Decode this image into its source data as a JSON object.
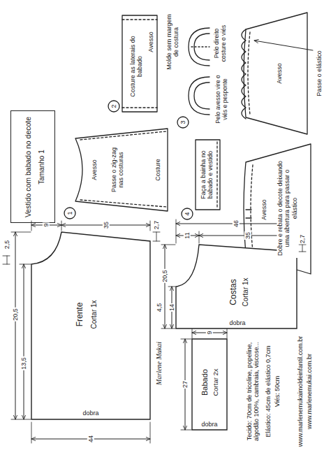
{
  "diagram": {
    "nodes": [
      {
        "text": [
          "Vestido com babado no decote",
          "Tamanho 1"
        ]
      },
      {
        "text": [
          "Frente",
          "Cortar 1x"
        ]
      },
      {
        "text": [
          "Costas",
          "Cortar 1x"
        ]
      },
      {
        "text": [
          "Babado",
          "Cortar 2x"
        ]
      }
    ],
    "labels": [
      "Molde sem margem de costura",
      "Costure as laterais do babado",
      "Avesso",
      "2",
      "Pelo direito costure o viés",
      "Pelo avesso vire o viés e pesponte",
      "3",
      "Avesso",
      "Passe o elástico",
      "Costure",
      "Passe o zig-zag nas costuras",
      "Avesso",
      "1",
      "Faça a bainha no babado e vestido",
      "4",
      "Dobre e rebata o decote deixando uma abertura para passar o elástico",
      "Avesso",
      "Marlene Mukai",
      "9",
      "35",
      "44",
      "20,5",
      "13,5",
      "2,5",
      "2,7",
      "dobra",
      "46",
      "11",
      "35",
      "20,5",
      "14",
      "4,5",
      "2,7",
      "dobra",
      "9",
      "27",
      "dobra",
      "Tecido: 70cm de tricoline, popeline, algodão 100%, cambraia, viscose...",
      "Elástico: 45cm de elástico 0,7cm",
      "Viés: 50cm",
      "www.marlenemukaimoldeinfantil.com.br",
      "www.marlenemukai.com.br"
    ]
  }
}
